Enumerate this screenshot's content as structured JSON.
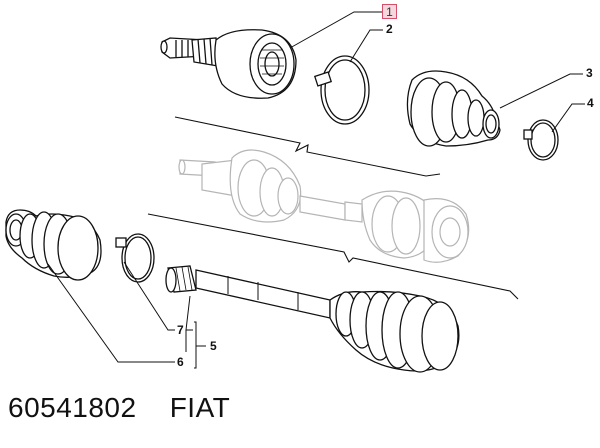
{
  "callouts": {
    "c1": "1",
    "c2": "2",
    "c3": "3",
    "c4": "4",
    "c5": "5",
    "c6": "6",
    "c7": "7"
  },
  "footer": {
    "part_number": "60541802",
    "brand": "FIAT"
  },
  "colors": {
    "line": "#111111",
    "ghost": "#b5b5b5",
    "highlight_fill": "#f6d7de",
    "highlight_border": "#d64f6a"
  }
}
